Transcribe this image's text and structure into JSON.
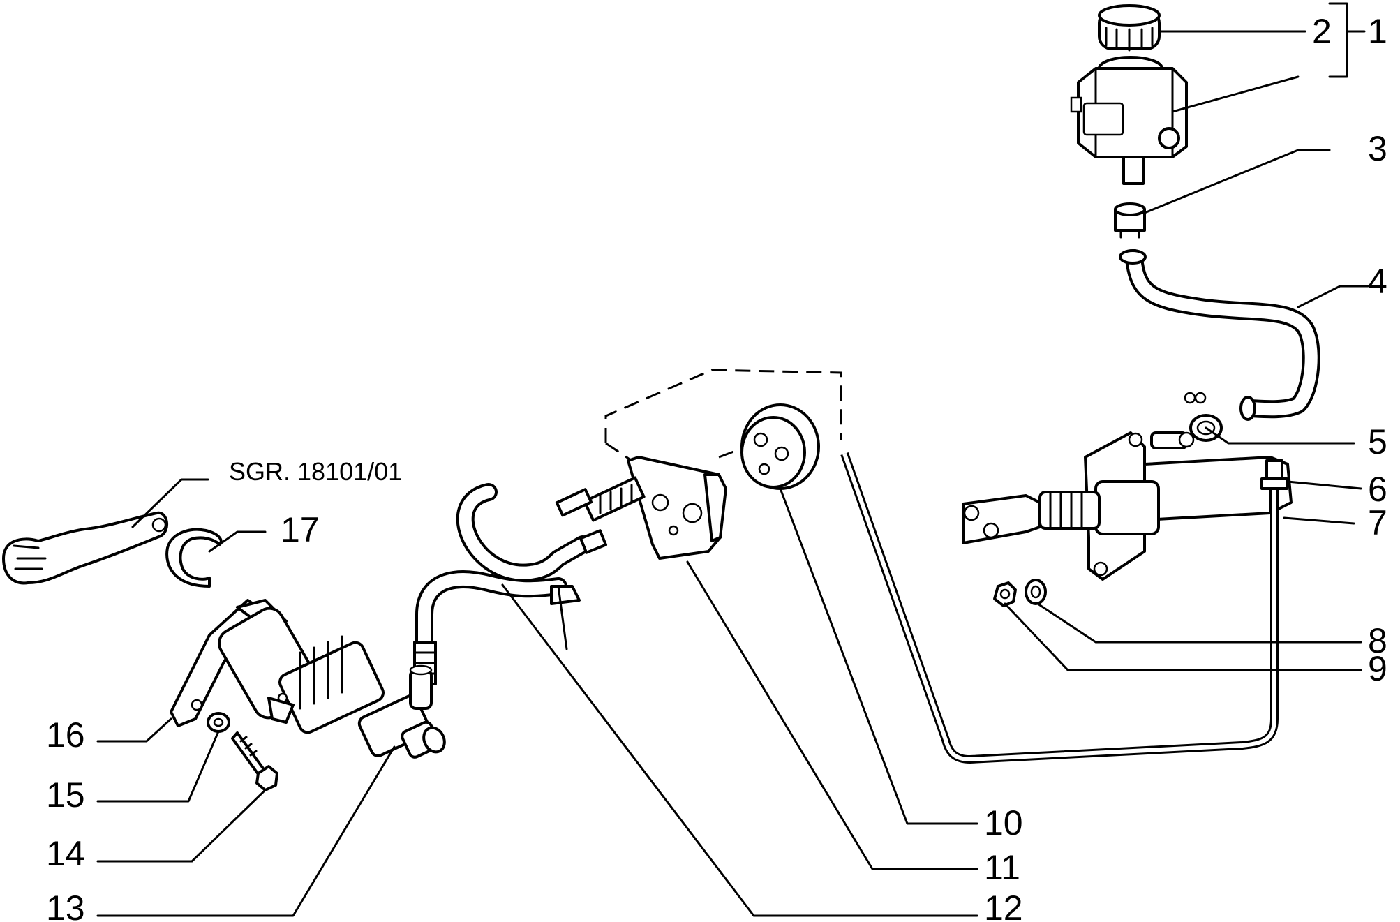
{
  "reference_label": "SGR. 18101/01",
  "callouts": [
    "1",
    "2",
    "3",
    "4",
    "5",
    "6",
    "7",
    "8",
    "9",
    "10",
    "11",
    "12",
    "13",
    "14",
    "15",
    "16",
    "17"
  ]
}
